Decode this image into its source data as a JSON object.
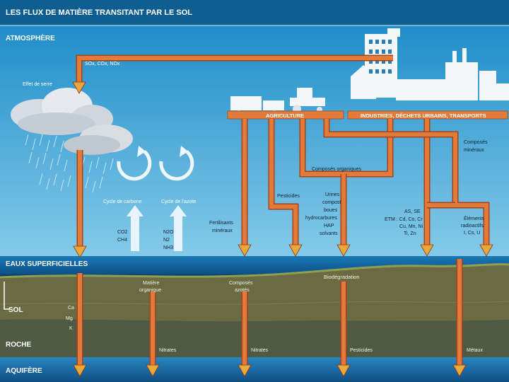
{
  "title": "LES FLUX DE MATIÈRE TRANSITANT PAR LE SOL",
  "bands": {
    "atmosphere": "ATMOSPHÈRE",
    "surface_water": "EAUX SUPERFICIELLES",
    "soil": "SOL",
    "rock": "ROCHE",
    "aquifer": "AQUIFÈRE"
  },
  "sources": {
    "agriculture": "AGRICULTURE",
    "industries": "INDUSTRIES, DÉCHETS URBAINS, TRANSPORTS"
  },
  "labels": {
    "emissions": "SOx, COx, NOx",
    "greenhouse": "Effet de serre",
    "carbon_cycle": "Cycle de carbone",
    "nitrogen_cycle": "Cycle de l'azote",
    "carbon_gases": [
      "CO2",
      "CH4"
    ],
    "nitrogen_gases": [
      "N2O",
      "N2",
      "NH3"
    ],
    "organic_compounds": "Composés organiques",
    "mineral_compounds": [
      "Composés",
      "minéraux"
    ],
    "pesticides": "Pesticides",
    "fertilizers": [
      "Fertilisants",
      "minéraux"
    ],
    "urban_waste": [
      "Urines",
      "compost",
      "boues",
      "hydrocarbures",
      "HAP",
      "solvants"
    ],
    "trace_metals": [
      "AS, SE",
      "ETM : Cd, Co, Cr",
      "Cu, Mn, Ni",
      "Ti, Zn"
    ],
    "radioactive": [
      "Éléments",
      "radioactifs",
      "I, Cs, U"
    ],
    "organic_matter": [
      "Matière",
      "organique"
    ],
    "nitrogen_compounds": [
      "Composés",
      "azotés"
    ],
    "biodegradation": "Biodégradation",
    "soil_cations": [
      "Ca",
      "Mg",
      "K"
    ],
    "out_nitrates_1": "Nitrates",
    "out_nitrates_2": "Nitrates",
    "out_pesticides": "Pesticides",
    "out_metals": "Métaux"
  },
  "colors": {
    "sky_top": "#1f8dc9",
    "sky_bottom": "#7cc6e6",
    "flow_orange": "#e27b3a",
    "flow_dark": "#a6421c",
    "soil": "#6c6a42",
    "rock": "#4f5a45",
    "aquifer": "#1c73b0"
  }
}
